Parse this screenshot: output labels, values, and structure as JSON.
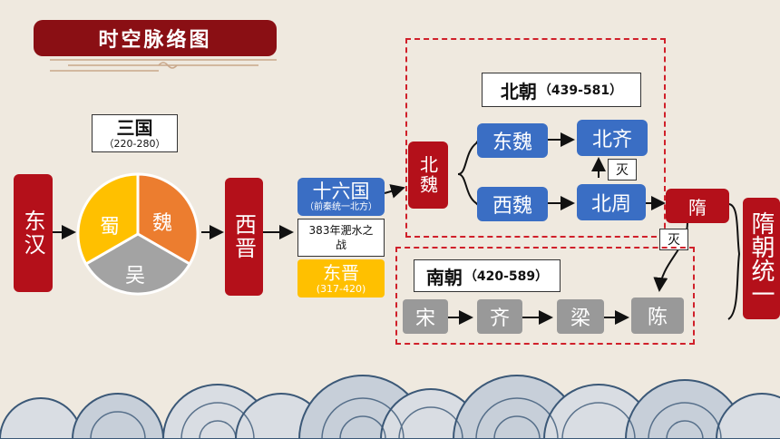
{
  "banner": {
    "title": "时空脉络图"
  },
  "sanguo": {
    "title": "三国",
    "years": "（220-280）",
    "states": [
      "蜀",
      "魏",
      "吴"
    ],
    "colors": {
      "shu": "#f5b300",
      "wei": "#ec7d2f",
      "wu": "#a3a3a3"
    }
  },
  "nodes": {
    "donghan": "东汉",
    "xijin": "西晋",
    "shiliuguo": "十六国",
    "shiliuguo_note": "（前秦统一北方）",
    "feishui": "383年淝水之战",
    "dongjin": "东晋",
    "dongjin_years": "(317-420)",
    "beiwei": "北魏",
    "dongwei": "东魏",
    "xiwei": "西魏",
    "beiqi": "北齐",
    "beizhou": "北周",
    "sui": "隋",
    "sui_unify": "隋朝统一"
  },
  "north": {
    "title": "北朝",
    "years": "（439-581）"
  },
  "south": {
    "title": "南朝",
    "years": "（420-589）",
    "dynasties": [
      "宋",
      "齐",
      "梁",
      "陈"
    ]
  },
  "conquest": {
    "zhou_qi": "灭",
    "sui_chen": "灭"
  },
  "colors": {
    "red": "#b4101a",
    "banner": "#8a0f14",
    "blue": "#3a6ec4",
    "gold": "#ffc000",
    "gray": "#999999",
    "dash": "#d0202a"
  }
}
